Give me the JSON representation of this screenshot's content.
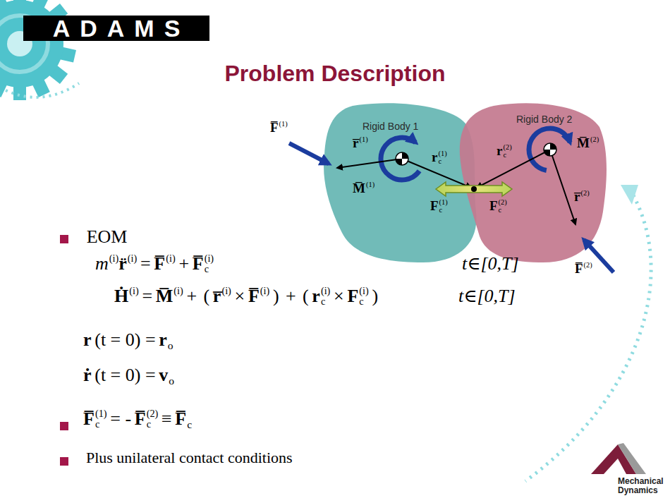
{
  "diagram": {
    "title": "Problem Description",
    "nodes": [
      {
        "text": [
          "ADAMS"
        ]
      },
      {
        "text": [
          "Rigid Body 1"
        ]
      },
      {
        "text": [
          "Rigid Body 2"
        ]
      }
    ],
    "labels": [
      "F̅",
      "(1)",
      "r̅",
      "(1)",
      "r",
      "(1)",
      "c",
      "r",
      "(2)",
      "c",
      "M̅",
      "(2)",
      "M̅",
      "(1)",
      "F",
      "(1)",
      "c",
      "F",
      "(2)",
      "c",
      "r̅",
      "(2)",
      "F̅",
      "(2)",
      "EOM",
      "m",
      "(i)",
      "r̈",
      "(i)",
      "=",
      "F̅",
      "(i)",
      "+",
      "F̅",
      "(i)",
      "c",
      "t∈[0,T]",
      "Ḣ",
      "(i)",
      "=",
      "M̅",
      "(i)",
      "+",
      "(",
      "r̅",
      "(i)",
      "×",
      "F̅",
      "(i)",
      ")",
      "+",
      "(",
      "r",
      "(i)",
      "c",
      "×",
      "F",
      "(i)",
      "c",
      ")",
      "t∈[0,T]",
      "r",
      "(t = 0) =",
      "r",
      "o",
      "ṙ",
      "(t = 0) =",
      "v",
      "o",
      "F̅",
      "(1)",
      "c",
      "= -",
      "F̅",
      "(2)",
      "c",
      "≡",
      "F̅",
      "c",
      "Plus unilateral contact conditions",
      "Mechanical Dynamics"
    ]
  }
}
